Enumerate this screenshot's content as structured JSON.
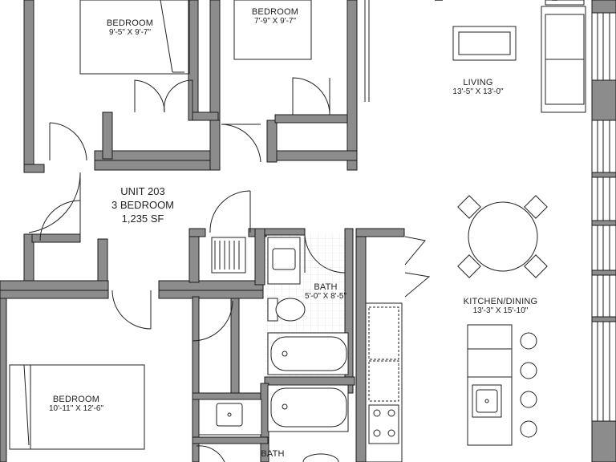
{
  "unit": {
    "name": "UNIT 203",
    "type": "3 BEDROOM",
    "area": "1,235 SF"
  },
  "rooms": {
    "bedroom_1": {
      "name": "BEDROOM",
      "dims": "9'-5\" X 9'-7\""
    },
    "bedroom_2": {
      "name": "BEDROOM",
      "dims": "7'-9\" X 9'-7\""
    },
    "bedroom_3": {
      "name": "BEDROOM",
      "dims": "10'-11\" X 12'-6\""
    },
    "living": {
      "name": "LIVING",
      "dims": "13'-5\" X 13'-0\""
    },
    "kitchen_dining": {
      "name": "KITCHEN/DINING",
      "dims": "13'-3\" X 15'-10\""
    },
    "bath_1": {
      "name": "BATH",
      "dims": "5'-0\" X 8'-5\""
    },
    "bath_2": {
      "name": "BATH"
    }
  },
  "colors": {
    "wall_fill": "#8c8c8c",
    "wall_edge": "#1a1a1a",
    "line": "#222222",
    "tile": "#d8d8d8"
  }
}
